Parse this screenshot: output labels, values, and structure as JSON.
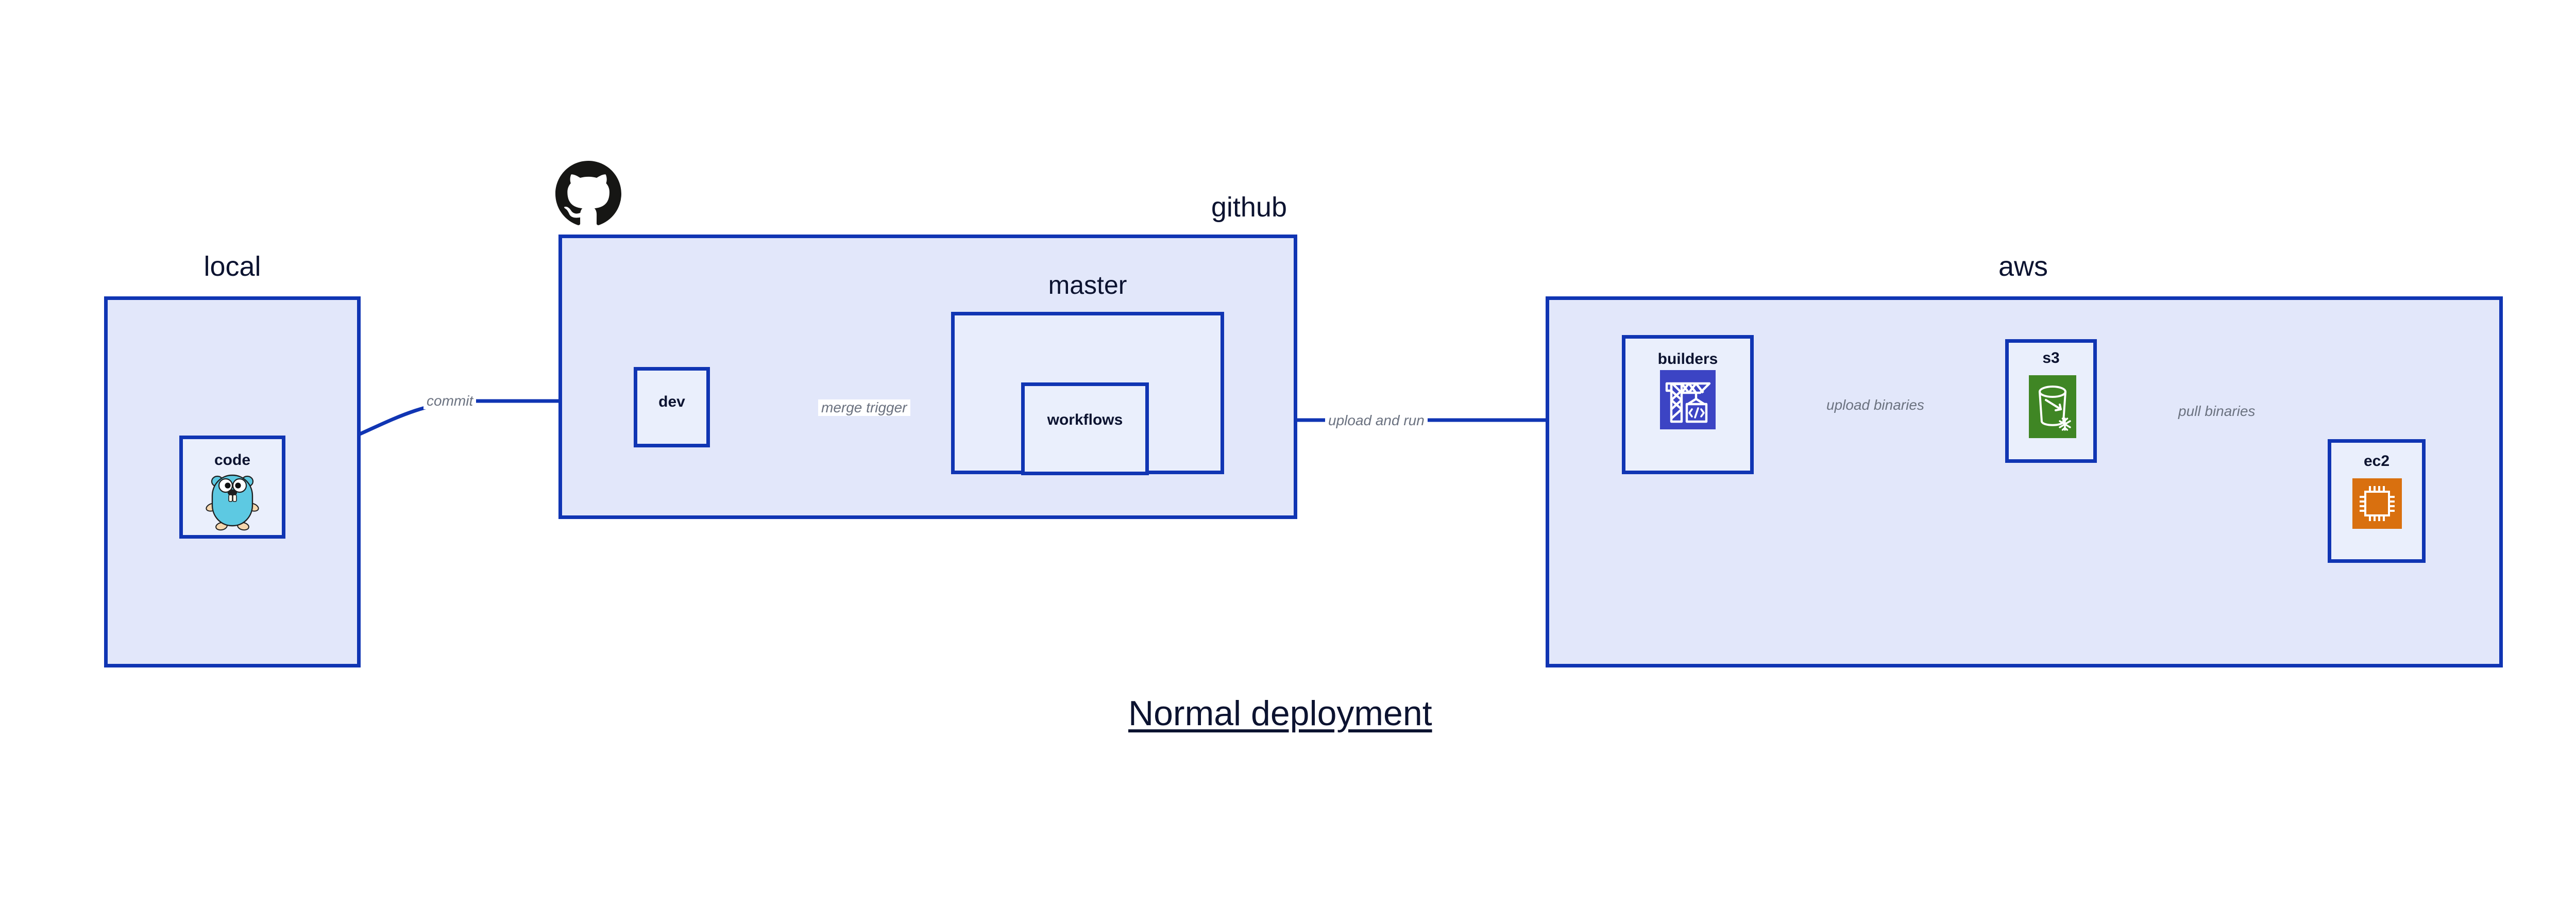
{
  "diagram": {
    "title": "Normal deployment",
    "accent_border": "#1035b3",
    "group_fill": "#e2e7fa",
    "subgroup_fill": "#e8edfc",
    "node_fill": "#eaeffc",
    "label_color": "#6b7280",
    "text_color": "#0c1330"
  },
  "groups": [
    {
      "id": "local",
      "label": "local",
      "title_align": "center"
    },
    {
      "id": "github",
      "label": "github",
      "title_align": "right"
    },
    {
      "id": "aws",
      "label": "aws",
      "title_align": "center"
    }
  ],
  "subgroups": [
    {
      "id": "master",
      "label": "master",
      "parent": "github"
    }
  ],
  "nodes": [
    {
      "id": "code",
      "label": "code",
      "parent": "local",
      "icon": "go-gopher-icon",
      "icon_color": "#5dc9e2"
    },
    {
      "id": "dev",
      "label": "dev",
      "parent": "github",
      "icon": null,
      "icon_color": null
    },
    {
      "id": "workflows",
      "label": "workflows",
      "parent": "master",
      "icon": null,
      "icon_color": null
    },
    {
      "id": "builders",
      "label": "builders",
      "parent": "aws",
      "icon": "aws-codebuild-icon",
      "icon_color": "#3c44c4"
    },
    {
      "id": "s3",
      "label": "s3",
      "parent": "aws",
      "icon": "aws-s3-glacier-icon",
      "icon_color": "#3f8624"
    },
    {
      "id": "ec2",
      "label": "ec2",
      "parent": "aws",
      "icon": "aws-ec2-icon",
      "icon_color": "#d9700f"
    }
  ],
  "edges": [
    {
      "id": "commit",
      "from": "code",
      "to": "dev",
      "label": "commit"
    },
    {
      "id": "merge-trigger",
      "from": "dev",
      "to": "workflows",
      "label": "merge trigger"
    },
    {
      "id": "upload-and-run",
      "from": "workflows",
      "to": "builders",
      "label": "upload and run"
    },
    {
      "id": "upload-binaries",
      "from": "builders",
      "to": "s3",
      "label": "upload binaries"
    },
    {
      "id": "pull-binaries",
      "from": "s3",
      "to": "ec2",
      "label": "pull binaries"
    }
  ],
  "logos": [
    {
      "id": "github-logo",
      "icon": "github-octocat-icon",
      "color": "#161614"
    }
  ]
}
